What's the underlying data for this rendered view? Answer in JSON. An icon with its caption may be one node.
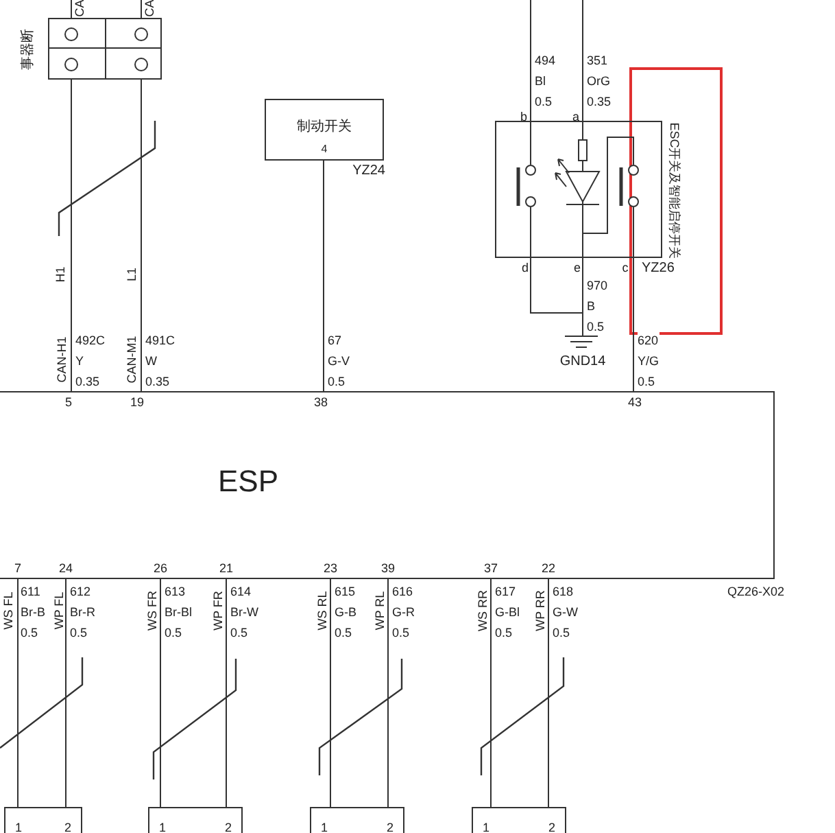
{
  "diagram": {
    "nodes": [
      {
        "text": [
          "事器断"
        ]
      },
      {
        "text": [
          "制动开关",
          "4"
        ],
        "beside": [
          "YZ24"
        ]
      },
      {
        "text": [
          "ESC开关及智能启停开关"
        ],
        "beside": [
          "YZ26"
        ]
      },
      {
        "text": [
          "ESP"
        ],
        "beside": [
          "QZ26-X02"
        ]
      },
      {
        "text": [
          "GND14"
        ]
      },
      {
        "text": [
          "1",
          "2"
        ]
      },
      {
        "text": [
          "1",
          "2"
        ]
      },
      {
        "text": [
          "1",
          "2"
        ]
      },
      {
        "text": [
          "1",
          "2"
        ]
      },
      {
        "text": [
          "CA"
        ]
      },
      {
        "text": [
          "CA"
        ]
      }
    ],
    "edges": [
      {
        "from": 9,
        "to": 0,
        "arrow": "none"
      },
      {
        "from": 10,
        "to": 0,
        "arrow": "none"
      },
      {
        "from": 0,
        "to": 3,
        "arrow": "none",
        "label": "492C Y 0.35"
      },
      {
        "from": 0,
        "to": 3,
        "arrow": "none",
        "label": "491C W 0.35"
      },
      {
        "from": 1,
        "to": 3,
        "arrow": "none",
        "label": "67 G-V 0.5"
      },
      {
        "from": null,
        "to": 2,
        "arrow": "none",
        "label": "494 Bl 0.5"
      },
      {
        "from": null,
        "to": 2,
        "arrow": "none",
        "label": "351 OrG 0.35"
      },
      {
        "from": 2,
        "to": 4,
        "arrow": "none",
        "label": "970 B 0.5"
      },
      {
        "from": 2,
        "to": 4,
        "arrow": "none"
      },
      {
        "from": 2,
        "to": 3,
        "arrow": "none",
        "label": "620 Y/G 0.5"
      },
      {
        "from": 3,
        "to": 5,
        "arrow": "none",
        "label": "611 Br-B 0.5"
      },
      {
        "from": 3,
        "to": 5,
        "arrow": "none",
        "label": "612 Br-R 0.5"
      },
      {
        "from": 3,
        "to": 6,
        "arrow": "none",
        "label": "613 Br-Bl 0.5"
      },
      {
        "from": 3,
        "to": 6,
        "arrow": "none",
        "label": "614 Br-W 0.5"
      },
      {
        "from": 3,
        "to": 7,
        "arrow": "none",
        "label": "615 G-B 0.5"
      },
      {
        "from": 3,
        "to": 7,
        "arrow": "none",
        "label": "616 G-R 0.5"
      },
      {
        "from": 3,
        "to": 8,
        "arrow": "none",
        "label": "617 G-Bl 0.5"
      },
      {
        "from": 3,
        "to": 8,
        "arrow": "none",
        "label": "618 G-W 0.5"
      }
    ],
    "labels": [
      "H1",
      "L1",
      "CAN-H1",
      "CAN-M1",
      "b",
      "a",
      "d",
      "e",
      "c",
      "5",
      "19",
      "38",
      "43",
      "7",
      "24",
      "26",
      "21",
      "23",
      "39",
      "37",
      "22",
      "WS FL",
      "WP FL",
      "WS FR",
      "WP FR",
      "WS RL",
      "WP RL",
      "WS RR",
      "WP RR"
    ]
  }
}
